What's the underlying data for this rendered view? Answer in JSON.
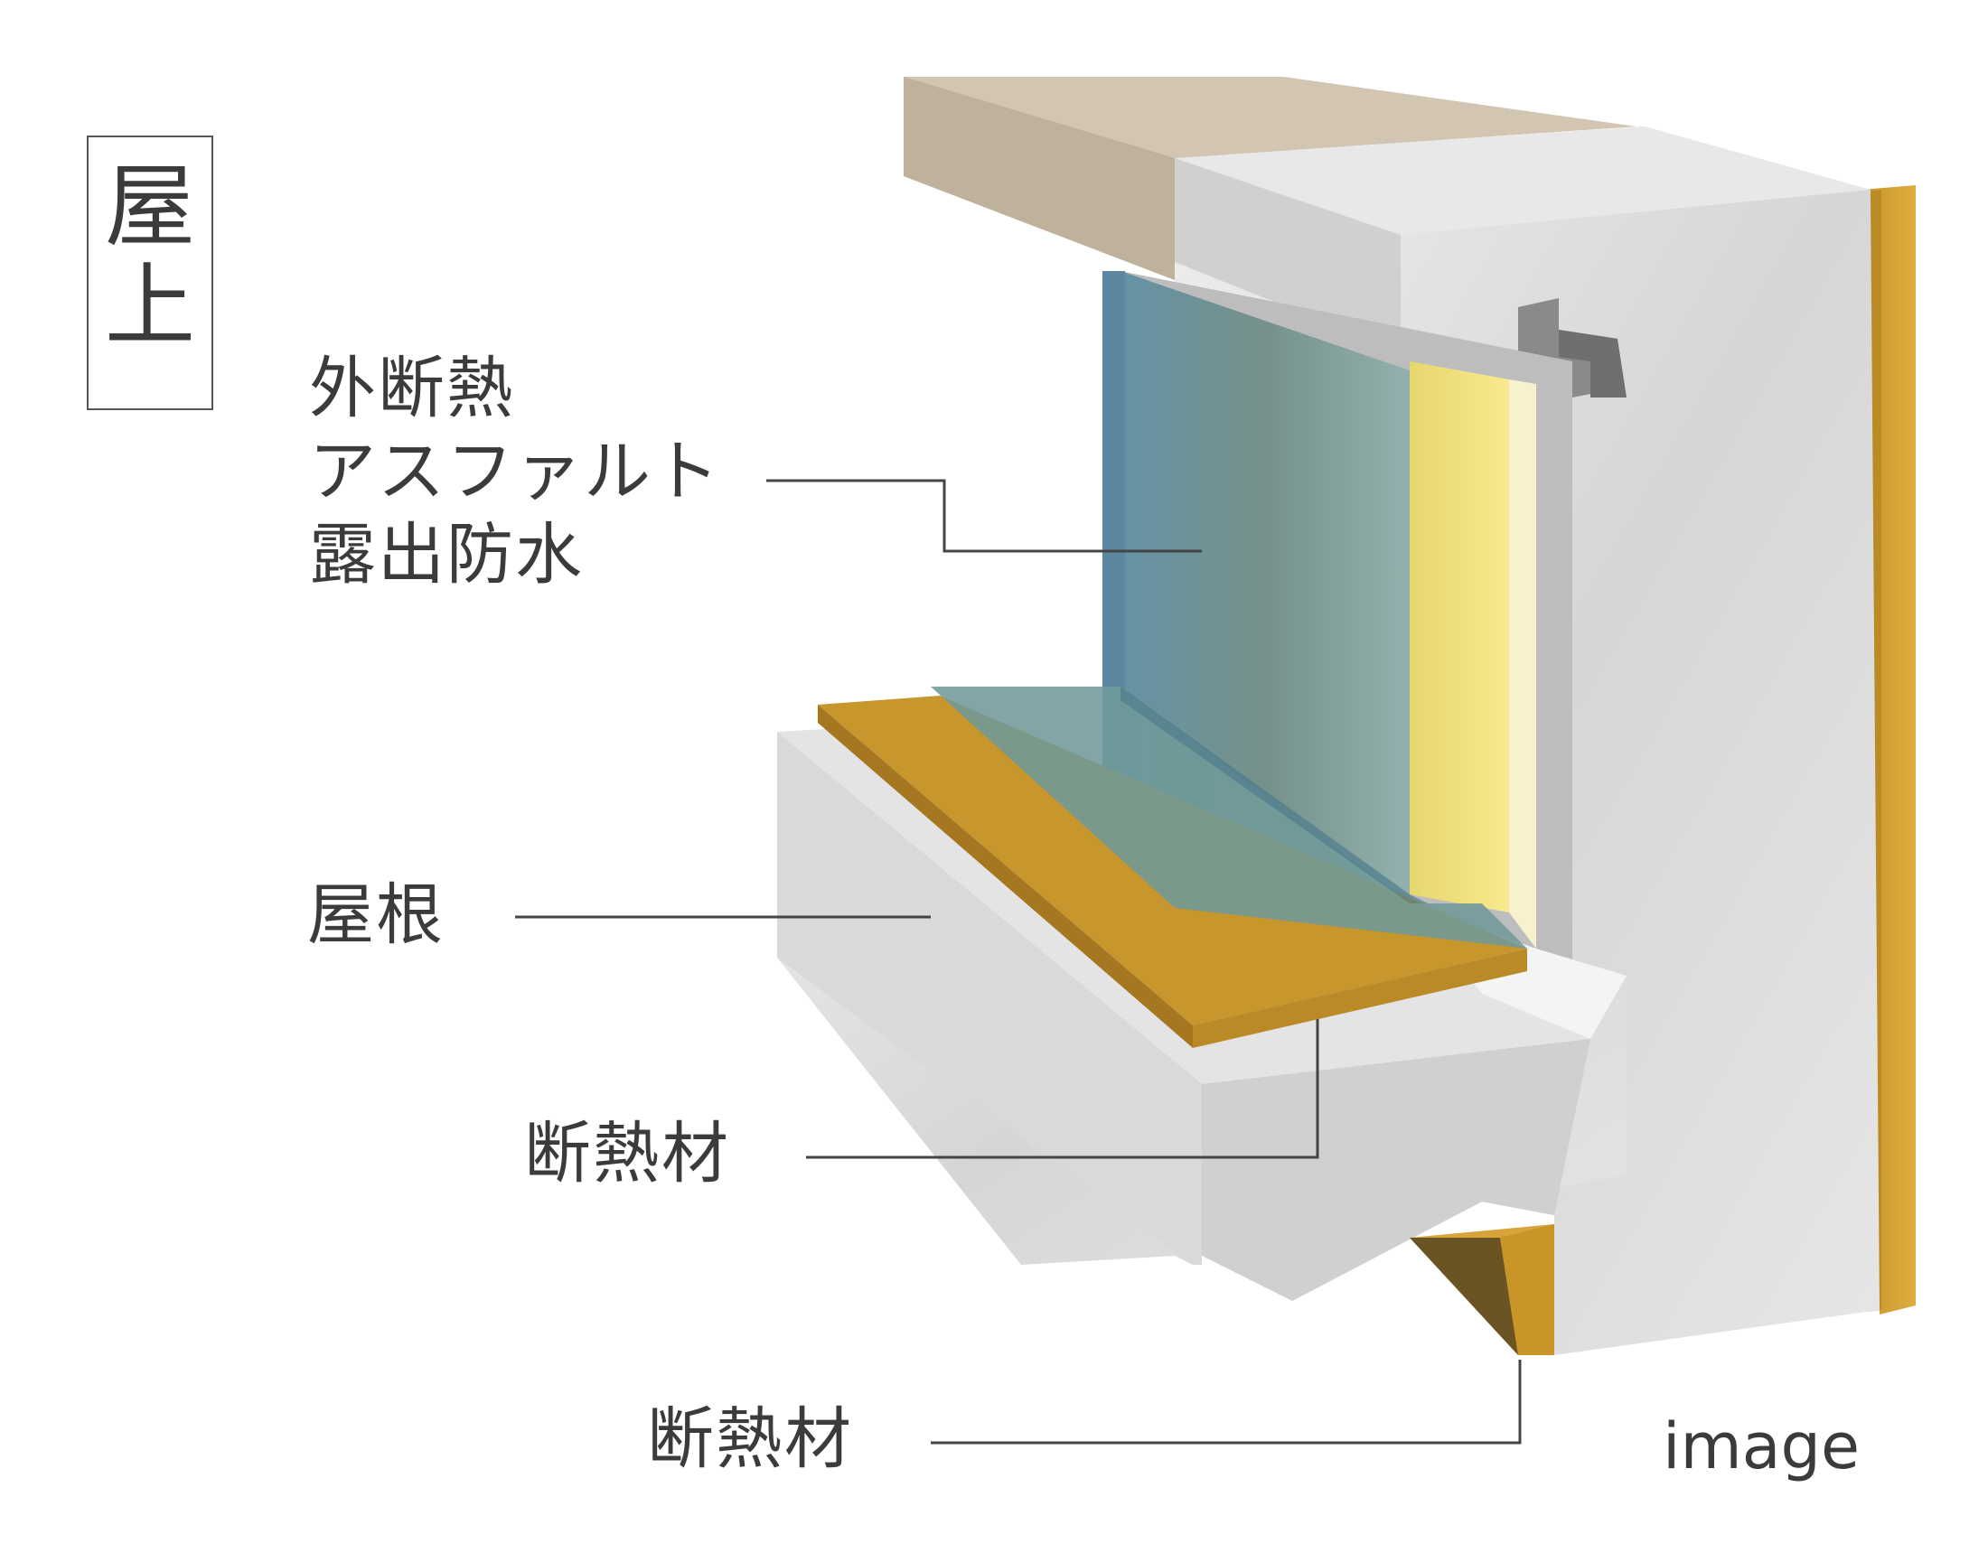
{
  "section_tag": {
    "char1": "屋",
    "char2": "上"
  },
  "labels": {
    "waterproof_line1": "外断熱",
    "waterproof_line2": "アスファルト",
    "waterproof_line3": "露出防水",
    "roof": "屋根",
    "insulation_upper": "断熱材",
    "insulation_lower": "断熱材"
  },
  "note": "image",
  "colors": {
    "concrete": "#dcdcdc",
    "coping": "#cbbfae",
    "insulation": "#d3a233",
    "membrane": "#7fa3a3",
    "highlight_yellow": "#f3e27a",
    "leader_line": "#444444"
  }
}
